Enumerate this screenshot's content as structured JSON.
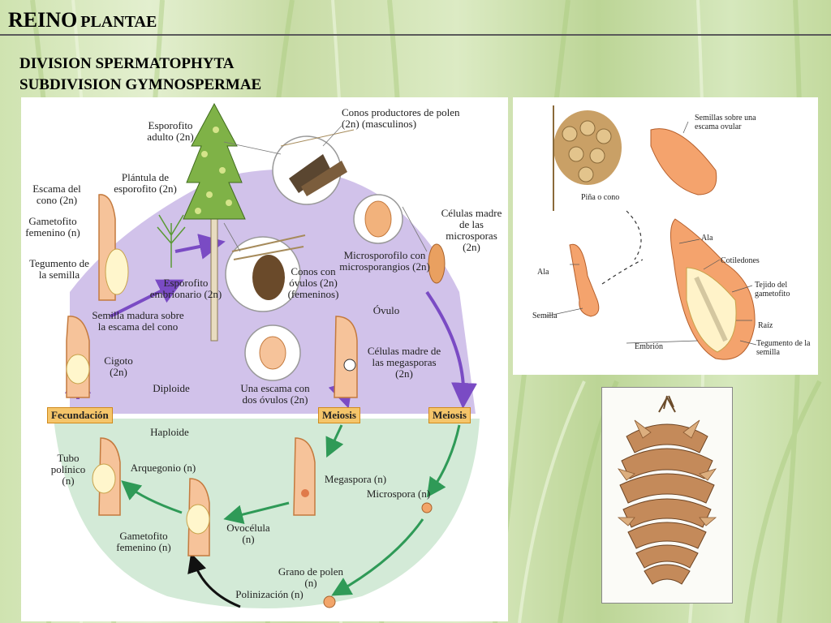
{
  "title": {
    "big": "REINO",
    "small": "PLANTAE"
  },
  "subtitle": {
    "line1": "DIVISION SPERMATOPHYTA",
    "line2": "SUBDIVISION GYMNOSPERMAE"
  },
  "cycle": {
    "labels": {
      "esporofito_adulto": "Esporofito adulto (2n)",
      "conos_polen": "Conos productores de polen (2n) (masculinos)",
      "plantula": "Plántula de esporofito (2n)",
      "escama_cono": "Escama del cono (2n)",
      "gametofito_fem_top": "Gametofito femenino (n)",
      "tegumento": "Tegumento de la semilla",
      "esporofito_embrionario": "Esporofito embrionario (2n)",
      "celulas_madre_micro": "Células madre de las microsporas (2n)",
      "microsporofilo": "Microsporofilo con microsporangios (2n)",
      "conos_ovulos": "Conos con óvulos (2n) (femeninos)",
      "ovulo": "Óvulo",
      "semilla_madura": "Semilla madura sobre la escama del cono",
      "cigoto": "Cigoto (2n)",
      "diploide": "Diploide",
      "celulas_madre_mega": "Células madre de las megasporas (2n)",
      "escama_dos_ovulos": "Una escama con dos óvulos (2n)",
      "haploide": "Haploide",
      "tubo_polinico": "Tubo polínico (n)",
      "arquegonio": "Arquegonio (n)",
      "megaspora": "Megaspora (n)",
      "microspora": "Microspora (n)",
      "ovocelula": "Ovocélula (n)",
      "gametofito_fem_bottom": "Gametofito femenino (n)",
      "grano_polen": "Grano de polen (n)",
      "polinizacion": "Polinización (n)"
    },
    "tags": {
      "fecundacion": "Fecundación",
      "meiosis_left": "Meiosis",
      "meiosis_right": "Meiosis"
    }
  },
  "anatomy": {
    "semillas_escama": "Semillas sobre una escama ovular",
    "pina_cono": "Piña o cono",
    "ala_top": "Ala",
    "cotiledones": "Cotiledones",
    "ala_left": "Ala",
    "tejido_gametofito": "Tejido del gametofito",
    "semilla": "Semilla",
    "raiz": "Raíz",
    "embrion": "Embrión",
    "tegumento_semilla": "Tegumento de la semilla"
  },
  "colors": {
    "diploid": "#c9b7e6",
    "haploid": "#d3ead7",
    "arrow_purple": "#7a4bc4",
    "arrow_green": "#2f9a57",
    "tag": "#f5c56a",
    "seed": "#f4a36d"
  }
}
